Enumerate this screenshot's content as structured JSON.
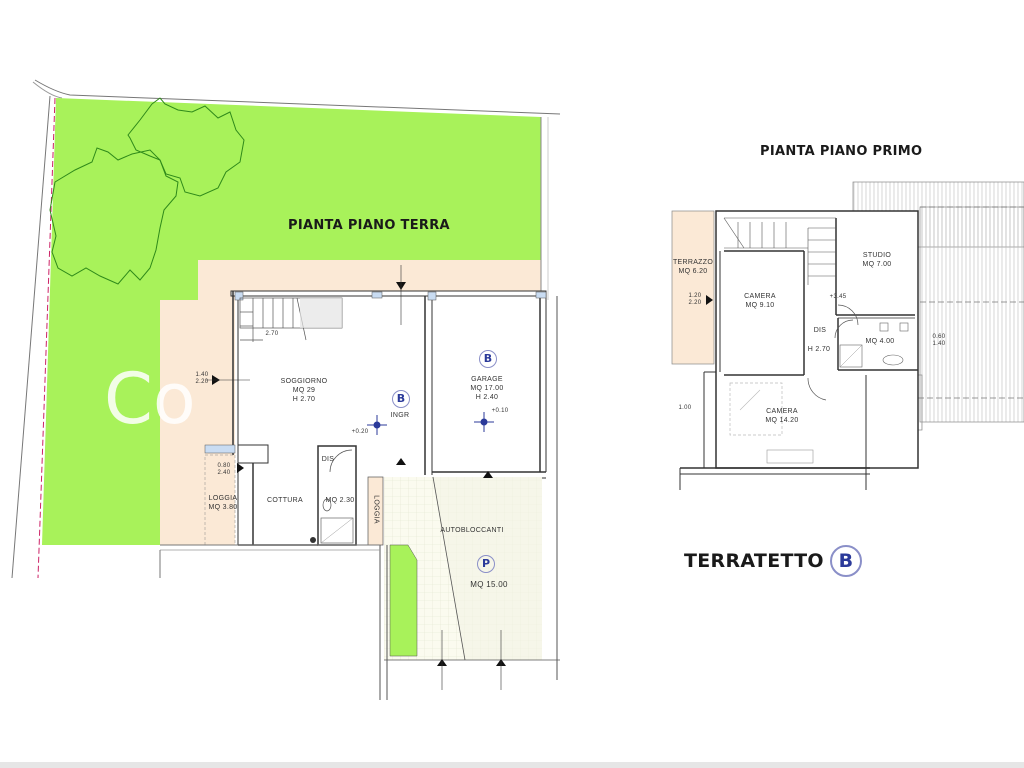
{
  "ground_floor": {
    "title": "PIANTA PIANO TERRA",
    "rooms": [
      {
        "name": "LOGGIA",
        "area": "MQ 3.80"
      },
      {
        "name": "COTTURA",
        "area": ""
      },
      {
        "name": "DIS",
        "area": ""
      },
      {
        "name": "BAGNO",
        "area": "MQ 2.30"
      },
      {
        "name": "LOGGIA",
        "area": ""
      },
      {
        "name": "GARAGE",
        "area": "MQ 17.00",
        "height": "H 2.40"
      },
      {
        "name": "INGR",
        "area": ""
      },
      {
        "name": "SOGGIORNO",
        "area": "MQ 29",
        "height": "H 2.70"
      },
      {
        "name": "AUTOBLOCCANTI",
        "area": "MQ 15.00"
      }
    ],
    "badges": {
      "garage": "B",
      "ingr": "B",
      "parking": "P"
    },
    "labels": {
      "soggiorno_name": "SOGGIORNO",
      "soggiorno_area": "MQ 29",
      "soggiorno_h": "H 2.70",
      "garage_name": "GARAGE",
      "garage_area": "MQ 17.00",
      "garage_h": "H 2.40",
      "ingr": "INGR",
      "ingr_level": "+0.20",
      "garage_level": "+0.10",
      "cottura": "COTTURA",
      "dis": "DIS",
      "bagno_area": "MQ 2.30",
      "loggia_name": "LOGGIA",
      "loggia_area": "MQ 3.80",
      "loggia_vertical": "LOGGIA",
      "autobloccanti": "AUTOBLOCCANTI",
      "parking_area": "MQ 15.00",
      "window_1": "1.40\n2.20",
      "window_2": "0.80\n2.40",
      "stairs_dim": "2.70"
    }
  },
  "first_floor": {
    "title": "PIANTA PIANO PRIMO",
    "labels": {
      "terrazzo_name": "TERRAZZO",
      "terrazzo_area": "MQ 6.20",
      "camera1_name": "CAMERA",
      "camera1_area": "MQ 9.10",
      "studio_name": "STUDIO",
      "studio_area": "MQ 7.00",
      "dis": "DIS",
      "dis_h": "H 2.70",
      "level": "+3.45",
      "bagno_area": "MQ 4.00",
      "camera2_name": "CAMERA",
      "camera2_area": "MQ 14.20",
      "window_1": "1.20\n2.20",
      "window_2": "0.60\n1.40",
      "window_3": "1.00"
    }
  },
  "unit": {
    "label": "TERRATETTO",
    "badge": "B"
  },
  "colors": {
    "garden": "#a8f25a",
    "terrace_fill": "#fbe9d6",
    "wall": "#333333",
    "badge_text": "#2b3a9a",
    "badge_ring": "#8a8fc8",
    "glass": "#c9dcf2"
  },
  "watermark": "Co"
}
